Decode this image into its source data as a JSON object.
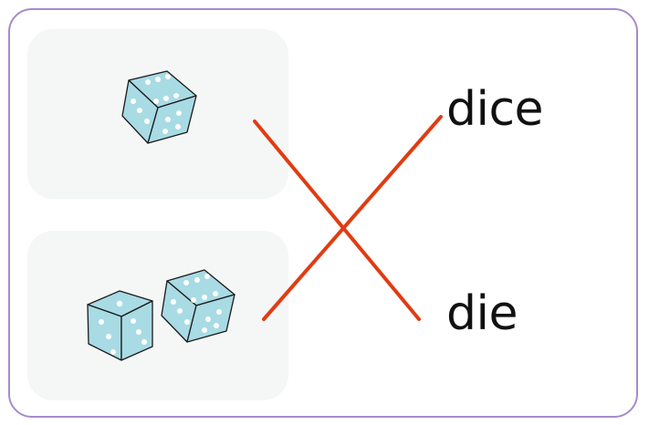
{
  "words": {
    "top": "dice",
    "bottom": "die"
  },
  "pictures": {
    "top": {
      "content": "single-die",
      "die_count": 1
    },
    "bottom": {
      "content": "pair-of-dice",
      "die_count": 2
    }
  },
  "matches": [
    {
      "picture": "top",
      "word": "bottom"
    },
    {
      "picture": "bottom",
      "word": "top"
    }
  ],
  "colors": {
    "frame_border": "#a78bc9",
    "panel_background": "#f5f6f6",
    "line": "#e03c12",
    "die_fill": "#a8dbe4",
    "die_edge": "#1a1a1a",
    "pip": "#ffffff",
    "text": "#111111"
  }
}
